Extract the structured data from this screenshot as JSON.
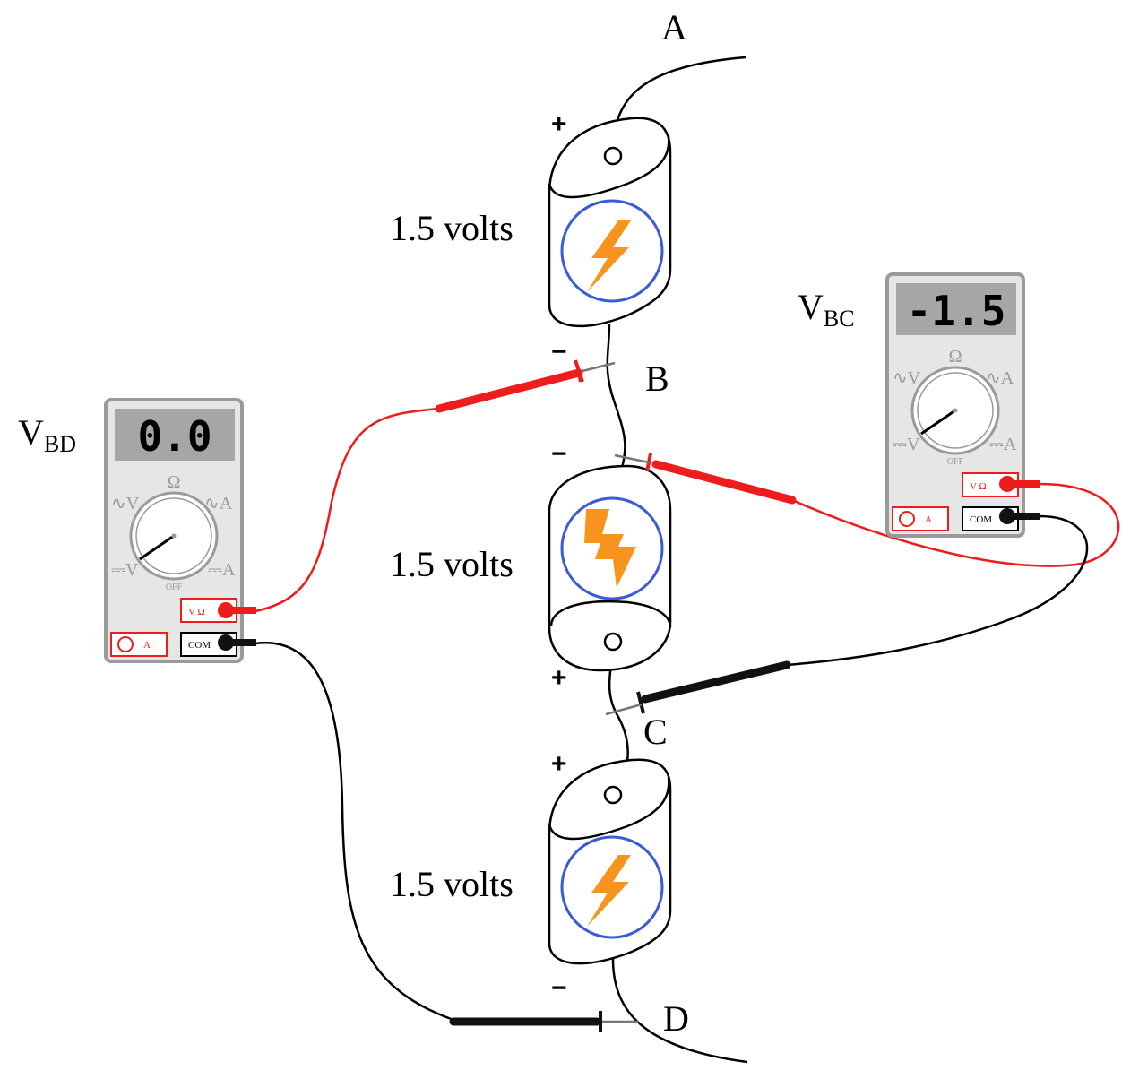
{
  "batteries": [
    {
      "label": "1.5 volts",
      "plus": "+",
      "minus": "−"
    },
    {
      "label": "1.5 volts",
      "plus": "+",
      "minus": "−"
    },
    {
      "label": "1.5 volts",
      "plus": "+",
      "minus": "−"
    }
  ],
  "nodes": {
    "a": "A",
    "b": "B",
    "c": "C",
    "d": "D"
  },
  "meter_left": {
    "name_main": "V",
    "name_sub": "BD",
    "reading": "0.0",
    "dial": {
      "ohm": "Ω",
      "ac_v": "V",
      "ac_a": "A",
      "dc_v": "V",
      "dc_a": "A",
      "off": "OFF"
    },
    "jack_vohm": "V Ω",
    "jack_a": "A",
    "jack_com": "COM"
  },
  "meter_right": {
    "name_main": "V",
    "name_sub": "BC",
    "reading": "-1.5",
    "dial": {
      "ohm": "Ω",
      "ac_v": "V",
      "ac_a": "A",
      "dc_v": "V",
      "dc_a": "A",
      "off": "OFF"
    },
    "jack_vohm": "V Ω",
    "jack_a": "A",
    "jack_com": "COM"
  },
  "colors": {
    "battery_ring": "#3a5bd9",
    "bolt": "#f7941d",
    "probe_red": "#ee1c1c",
    "probe_black": "#111111",
    "meter_body": "#e6e6e6",
    "meter_border": "#9a9a9a",
    "display_bg": "#a6a6a6"
  }
}
